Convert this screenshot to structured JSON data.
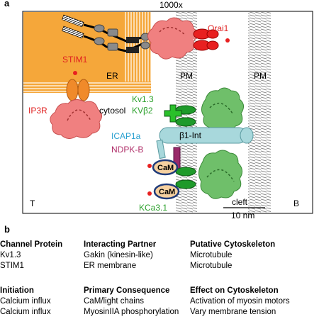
{
  "panel_a": {
    "label": "a",
    "magnification": "1000x",
    "labels": {
      "orai1": "Orai1",
      "stim1": "STIM1",
      "er": "ER",
      "pm_left": "PM",
      "pm_right": "PM",
      "ip3r": "IP3R",
      "cytosol": "cytosol",
      "kv13": "Kv1.3",
      "kvb2": "KVβ2",
      "icap1a": "ICAP1a",
      "b1int": "β1-Int",
      "ndpkb": "NDPK-B",
      "cam1": "CaM",
      "cam2": "CaM",
      "kca31": "KCa3.1",
      "t": "T",
      "b": "B",
      "cleft": "cleft",
      "scale": "10 nm"
    },
    "colors": {
      "er_orange": "#f5a73a",
      "membrane_hatch": "#9a9a9a",
      "pink_protein": "#f08080",
      "red_channel": "#e82020",
      "green_protein": "#6fbf6a",
      "dark_green": "#1e9a2a",
      "teal_integrin": "#a8d8dc",
      "purple_ndpk": "#9a2a6a",
      "cam_fill": "#f5d0a0",
      "label_red": "#e02020",
      "label_green": "#2aa02a",
      "label_blue": "#2aa0d0",
      "label_purple": "#b0306a"
    }
  },
  "panel_b": {
    "label": "b",
    "table1": {
      "headers": [
        "Channel Protein",
        "Interacting Partner",
        "Putative Cytoskeleton"
      ],
      "rows": [
        [
          "Kv1.3",
          "Gakin (kinesin-like)",
          "Microtubule"
        ],
        [
          "STIM1",
          "ER membrane",
          "Microtubule"
        ]
      ]
    },
    "table2": {
      "headers": [
        "Initiation",
        "Primary Consequence",
        "Effect on Cytoskeleton"
      ],
      "rows": [
        [
          "Calcium influx",
          "CaM/light chains",
          "Activation of myosin motors"
        ],
        [
          "Calcium influx",
          "MyosinIIA phosphorylation",
          "Vary membrane tension"
        ]
      ]
    }
  }
}
